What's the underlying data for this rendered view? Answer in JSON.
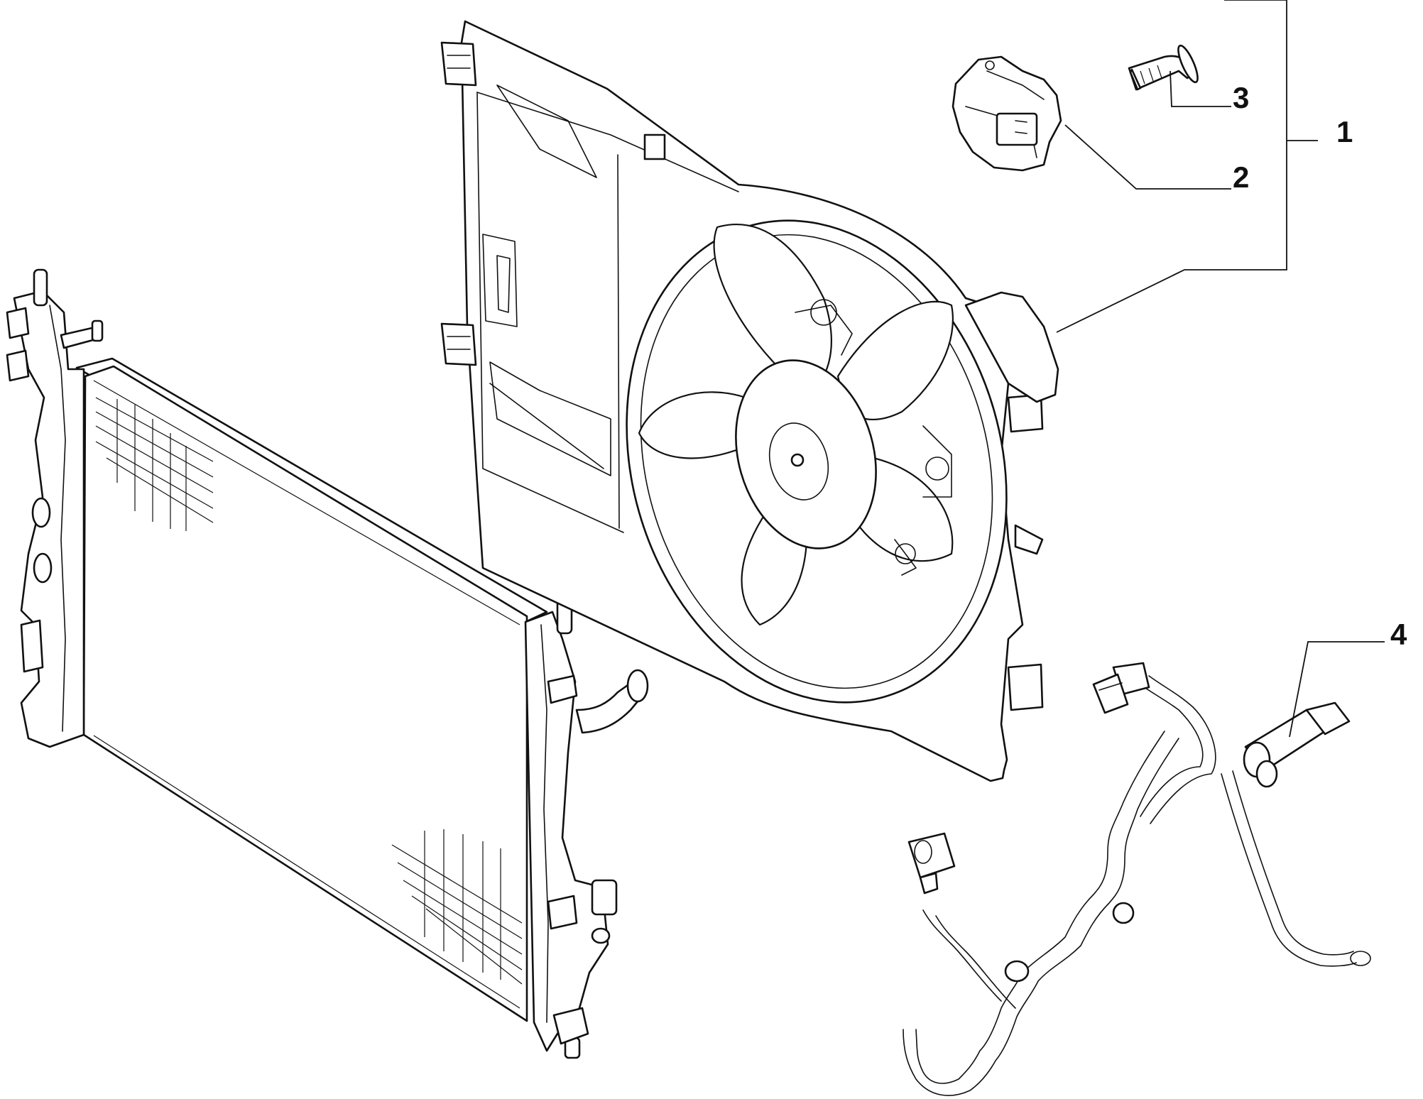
{
  "callouts": {
    "one": "1",
    "two": "2",
    "three": "3",
    "four": "4"
  },
  "colors": {
    "line": "#111111",
    "background": "#ffffff"
  }
}
